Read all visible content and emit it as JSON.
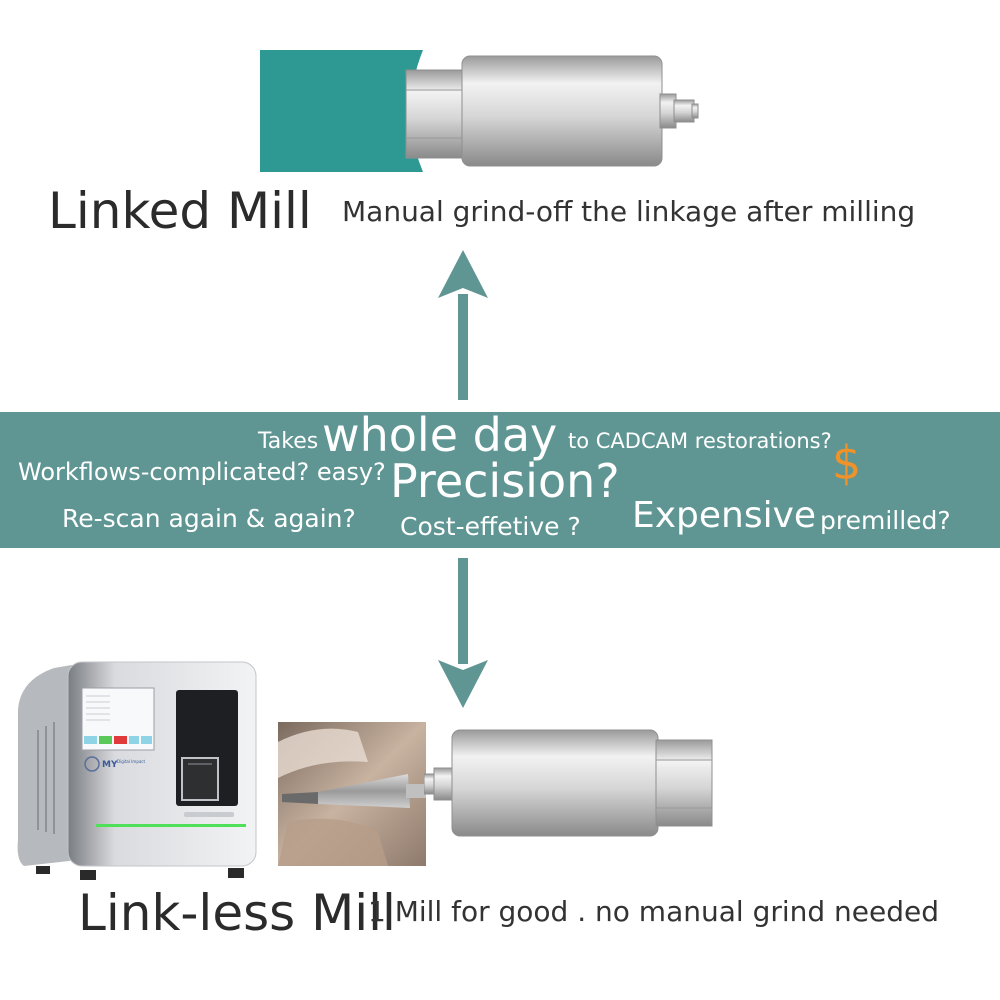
{
  "colors": {
    "teal": "#2e9893",
    "band": "#5f9693",
    "arrow": "#5f9693",
    "dollar": "#f0922a",
    "metal": "#c9c9c9"
  },
  "top": {
    "title": "Linked Mill",
    "subtitle": "Manual grind-off the linkage after milling"
  },
  "band": {
    "takes": "Takes",
    "whole_day": "whole day",
    "to_cadcam": "to CADCAM restorations?",
    "workflows": "Workflows-complicated? easy?",
    "precision": "Precision?",
    "dollar": "$",
    "rescan": "Re-scan again & again?",
    "cost": "Cost-effetive ?",
    "expensive": "Expensive",
    "premilled": "premilled?"
  },
  "bottom": {
    "title": "Link-less Mill",
    "subtitle": "1 Mill for good . no manual grind needed",
    "machine_logo": "MY",
    "machine_logo_sub": "Digital Impact"
  },
  "icons": {
    "up_arrow": "arrow-up-icon",
    "down_arrow": "arrow-down-icon"
  }
}
